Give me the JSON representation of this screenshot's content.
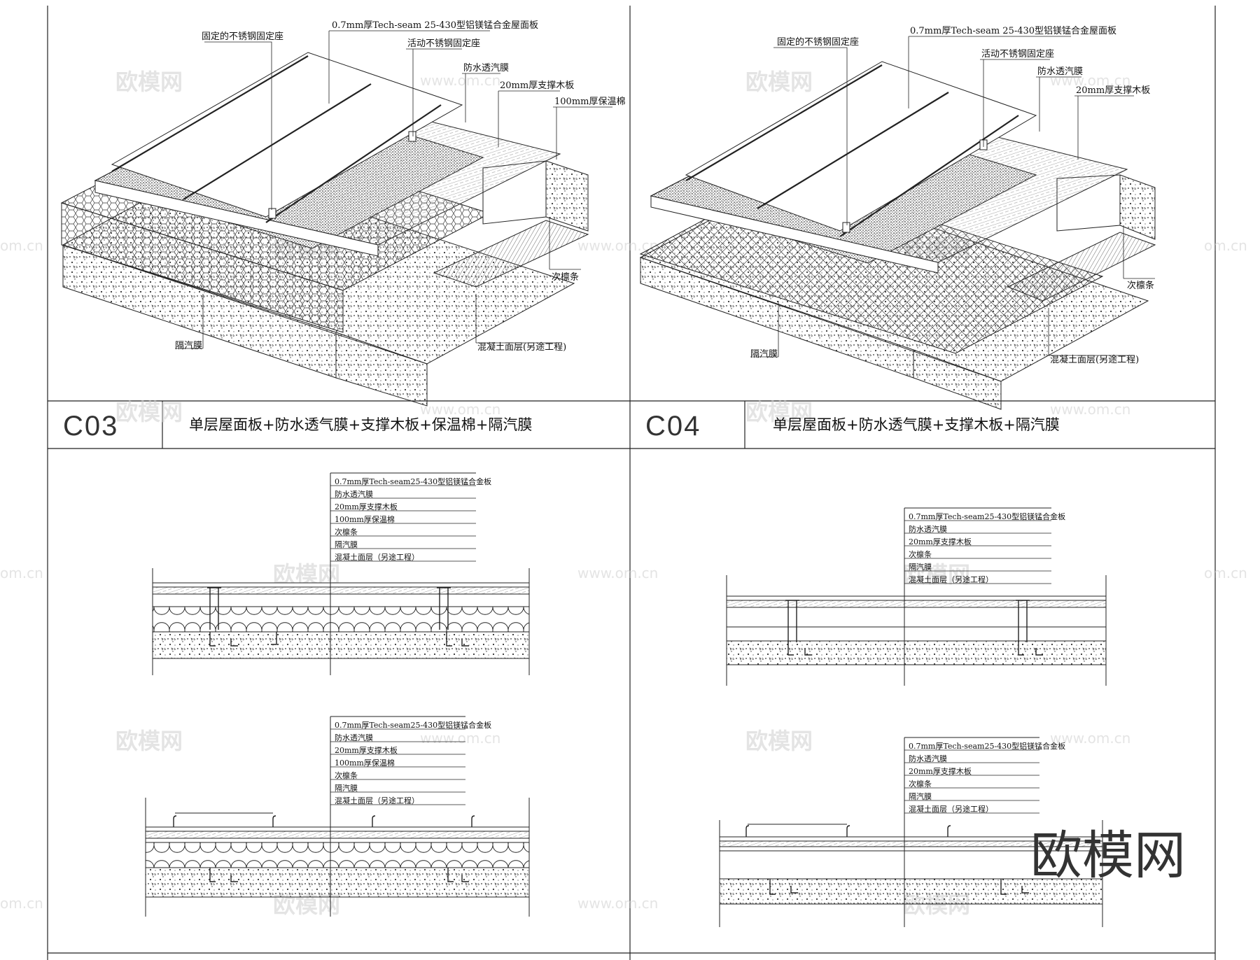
{
  "panels": {
    "c03": {
      "code": "C03",
      "title": "单层屋面板+防水透气膜+支撑木板+保温棉+隔汽膜",
      "iso_labels": {
        "seat_fixed": "固定的不锈钢固定座",
        "panel": "0.7mm厚Tech-seam 25-430型铝镁锰合金屋面板",
        "seat_sliding": "活动不锈钢固定座",
        "membrane": "防水透汽膜",
        "board": "20mm厚支撑木板",
        "insulation": "100mm厚保温棉",
        "purlin": "次檩条",
        "vapor": "隔汽膜",
        "concrete": "混凝土面层(另途工程)"
      },
      "section_a": [
        "0.7mm厚Tech-seam25-430型铝镁锰合金板",
        "防水透汽膜",
        "20mm厚支撑木板",
        "100mm厚保温棉",
        "次檩条",
        "隔汽膜",
        "混凝土面层（另途工程）"
      ],
      "section_b": [
        "0.7mm厚Tech-seam25-430型铝镁锰合金板",
        "防水透汽膜",
        "20mm厚支撑木板",
        "100mm厚保温棉",
        "次檩条",
        "隔汽膜",
        "混凝土面层（另途工程）"
      ]
    },
    "c04": {
      "code": "C04",
      "title": "单层屋面板+防水透气膜+支撑木板+隔汽膜",
      "iso_labels": {
        "seat_fixed": "固定的不锈钢固定座",
        "panel": "0.7mm厚Tech-seam 25-430型铝镁锰合金屋面板",
        "seat_sliding": "活动不锈钢固定座",
        "membrane": "防水透汽膜",
        "board": "20mm厚支撑木板",
        "purlin": "次檩条",
        "vapor": "隔汽膜",
        "concrete": "混凝土面层(另途工程)"
      },
      "section_a": [
        "0.7mm厚Tech-seam25-430型铝镁锰合金板",
        "防水透汽膜",
        "20mm厚支撑木板",
        "次檩条",
        "隔汽膜",
        "混凝土面层（另途工程）"
      ],
      "section_b": [
        "0.7mm厚Tech-seam25-430型铝镁锰合金板",
        "防水透汽膜",
        "20mm厚支撑木板",
        "次檩条",
        "隔汽膜",
        "混凝土面层（另途工程）"
      ]
    }
  },
  "watermark": {
    "brand": "欧模网",
    "url": "www.om.cn",
    "url_short": "om.cn"
  }
}
